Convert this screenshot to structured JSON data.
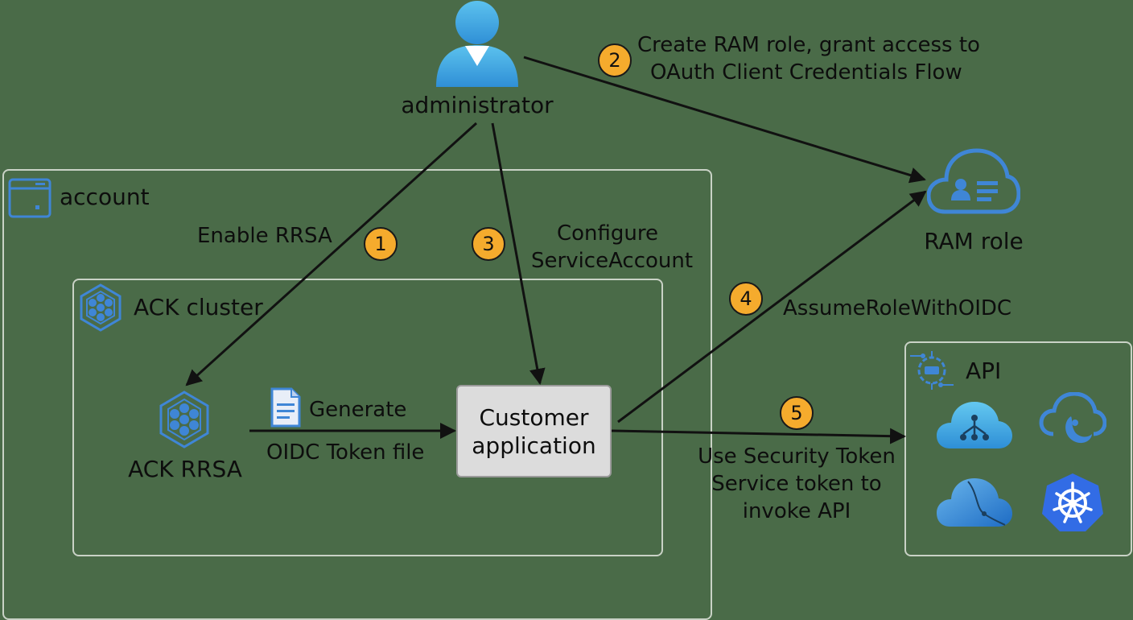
{
  "actors": {
    "administrator": "administrator",
    "ram_role": "RAM role",
    "ack_rrsa": "ACK RRSA",
    "customer_application": [
      "Customer",
      "application"
    ]
  },
  "containers": {
    "account": "account",
    "ack_cluster": "ACK cluster",
    "api": "API"
  },
  "steps": [
    {
      "number": "1",
      "label": [
        "Enable RRSA"
      ]
    },
    {
      "number": "2",
      "label": [
        "Create RAM role, grant access to",
        "OAuth Client Credentials Flow"
      ]
    },
    {
      "number": "3",
      "label": [
        "Configure",
        "ServiceAccount"
      ]
    },
    {
      "number": "4",
      "label": [
        "AssumeRoleWithOIDC"
      ]
    },
    {
      "number": "5",
      "label": [
        "Use Security Token",
        "Service token to",
        "invoke API"
      ]
    }
  ],
  "token_flow": [
    "Generate",
    "OIDC Token file"
  ],
  "icons": {
    "administrator": "user-icon",
    "ram_role": "cloud-id-card-icon",
    "account": "account-window-icon",
    "ack_cluster": "hexagon-cluster-icon",
    "ack_rrsa": "hexagon-cluster-icon",
    "token_file": "document-icon",
    "api": "api-gear-icon",
    "api_services": [
      "cloud-network-icon",
      "cloud-moon-icon",
      "cloud-dial-icon",
      "kubernetes-helm-icon"
    ]
  },
  "colors": {
    "background": "#4a6b48",
    "badge": "#f5ab2d",
    "icon_blue": "#3f86d6",
    "box_border": "#c9d2c6"
  }
}
